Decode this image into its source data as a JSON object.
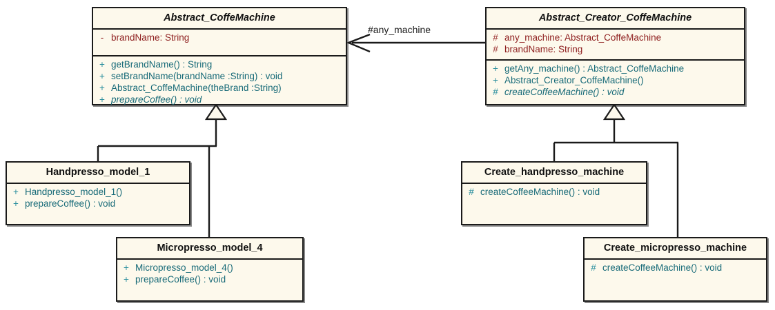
{
  "diagram": {
    "type": "uml-class-diagram",
    "background": "#ffffff",
    "colors": {
      "class_fill": "#fdf9ec",
      "border": "#1a1a1a",
      "attribute_text": "#8f2020",
      "operation_text": "#176a78",
      "title_text": "#111111"
    },
    "association_label": "#any_machine"
  },
  "classes": [
    {
      "id": "abstract-coffemachine",
      "name": "Abstract_CoffeMachine",
      "abstract": true,
      "attributes": [
        {
          "visibility": "-",
          "text": "brandName:  String"
        }
      ],
      "operations": [
        {
          "visibility": "+",
          "text": "getBrandName() : String",
          "abstract": false
        },
        {
          "visibility": "+",
          "text": "setBrandName(brandName :String) : void",
          "abstract": false
        },
        {
          "visibility": "+",
          "text": "Abstract_CoffeMachine(theBrand :String)",
          "abstract": false
        },
        {
          "visibility": "+",
          "text": "prepareCoffee() : void",
          "abstract": true
        }
      ]
    },
    {
      "id": "abstract-creator-coffemachine",
      "name": "Abstract_Creator_CoffeMachine",
      "abstract": true,
      "attributes": [
        {
          "visibility": "#",
          "text": "any_machine:  Abstract_CoffeMachine"
        },
        {
          "visibility": "#",
          "text": "brandName:  String"
        }
      ],
      "operations": [
        {
          "visibility": "+",
          "text": "getAny_machine() : Abstract_CoffeMachine",
          "abstract": false
        },
        {
          "visibility": "+",
          "text": "Abstract_Creator_CoffeMachine()",
          "abstract": false
        },
        {
          "visibility": "#",
          "text": "createCoffeeMachine() : void",
          "abstract": true
        }
      ]
    },
    {
      "id": "handpresso-model-1",
      "name": "Handpresso_model_1",
      "abstract": false,
      "attributes": [],
      "operations": [
        {
          "visibility": "+",
          "text": "Handpresso_model_1()",
          "abstract": false
        },
        {
          "visibility": "+",
          "text": "prepareCoffee() : void",
          "abstract": false
        }
      ]
    },
    {
      "id": "micropresso-model-4",
      "name": "Micropresso_model_4",
      "abstract": false,
      "attributes": [],
      "operations": [
        {
          "visibility": "+",
          "text": "Micropresso_model_4()",
          "abstract": false
        },
        {
          "visibility": "+",
          "text": "prepareCoffee() : void",
          "abstract": false
        }
      ]
    },
    {
      "id": "create-handpresso-machine",
      "name": "Create_handpresso_machine",
      "abstract": false,
      "attributes": [],
      "operations": [
        {
          "visibility": "#",
          "text": "createCoffeeMachine() : void",
          "abstract": false
        }
      ]
    },
    {
      "id": "create-micropresso-machine",
      "name": "Create_micropresso_machine",
      "abstract": false,
      "attributes": [],
      "operations": [
        {
          "visibility": "#",
          "text": "createCoffeeMachine() : void",
          "abstract": false
        }
      ]
    }
  ],
  "relationships": [
    {
      "type": "association",
      "from": "abstract-creator-coffemachine",
      "to": "abstract-coffemachine",
      "label": "#any_machine",
      "arrow": "open"
    },
    {
      "type": "generalization",
      "from": "handpresso-model-1",
      "to": "abstract-coffemachine"
    },
    {
      "type": "generalization",
      "from": "micropresso-model-4",
      "to": "abstract-coffemachine"
    },
    {
      "type": "generalization",
      "from": "create-handpresso-machine",
      "to": "abstract-creator-coffemachine"
    },
    {
      "type": "generalization",
      "from": "create-micropresso-machine",
      "to": "abstract-creator-coffemachine"
    }
  ]
}
